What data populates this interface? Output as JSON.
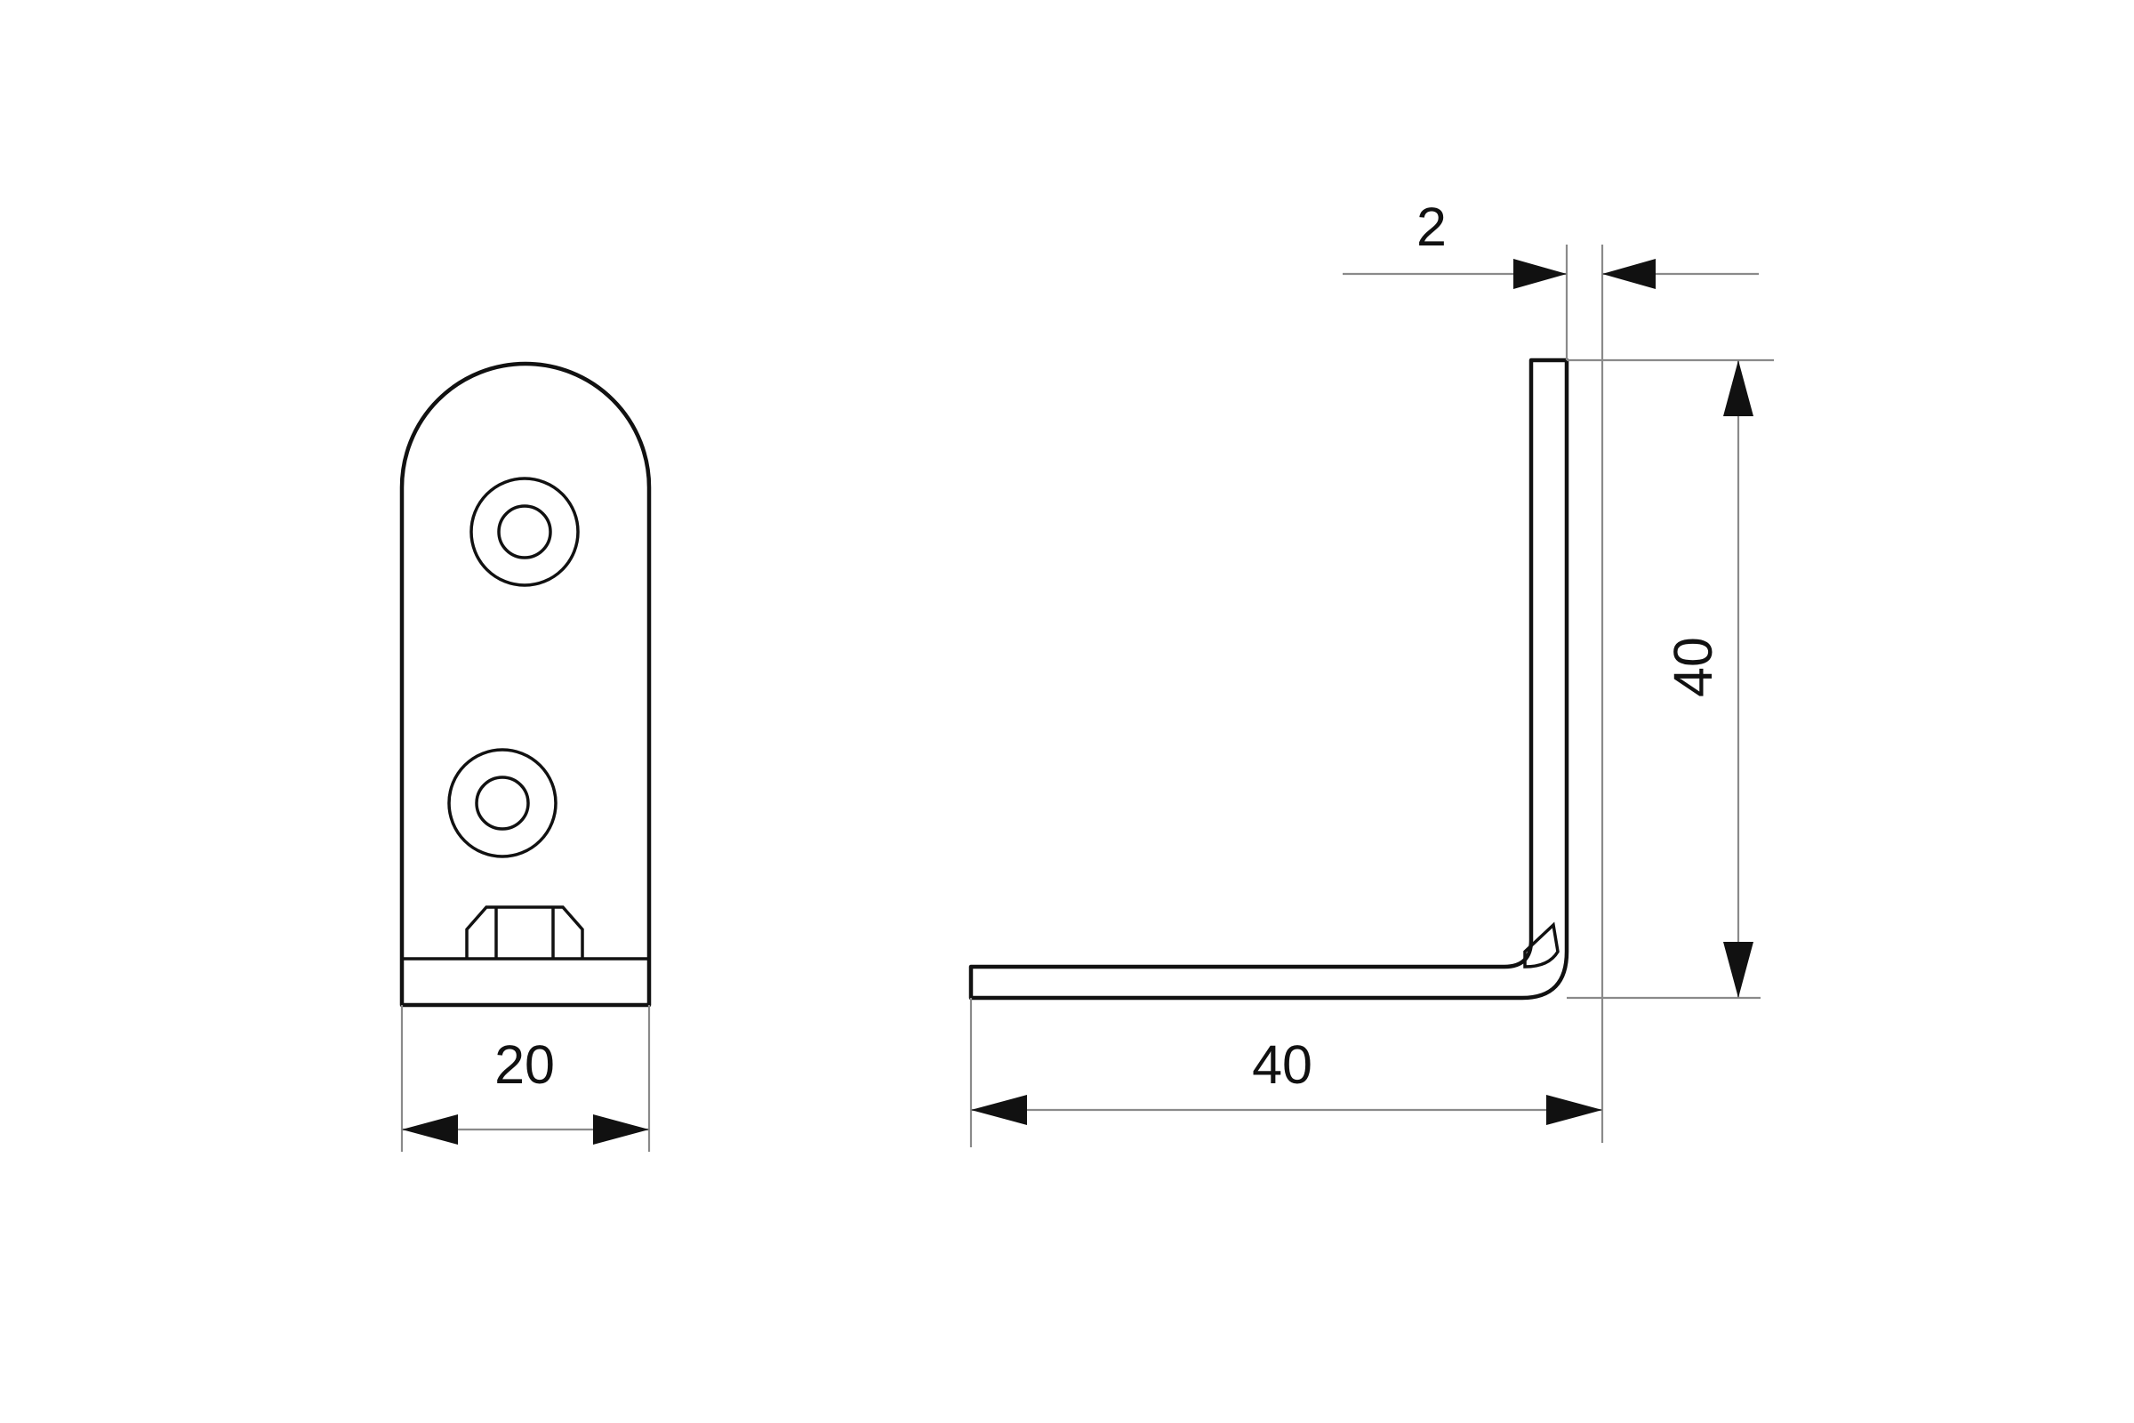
{
  "dimensions": {
    "front_width": "20",
    "side_horizontal": "40",
    "side_vertical": "40",
    "thickness": "2"
  },
  "colors": {
    "line": "#111111",
    "dimension_line": "#8a8a8a",
    "background": "#ffffff"
  }
}
